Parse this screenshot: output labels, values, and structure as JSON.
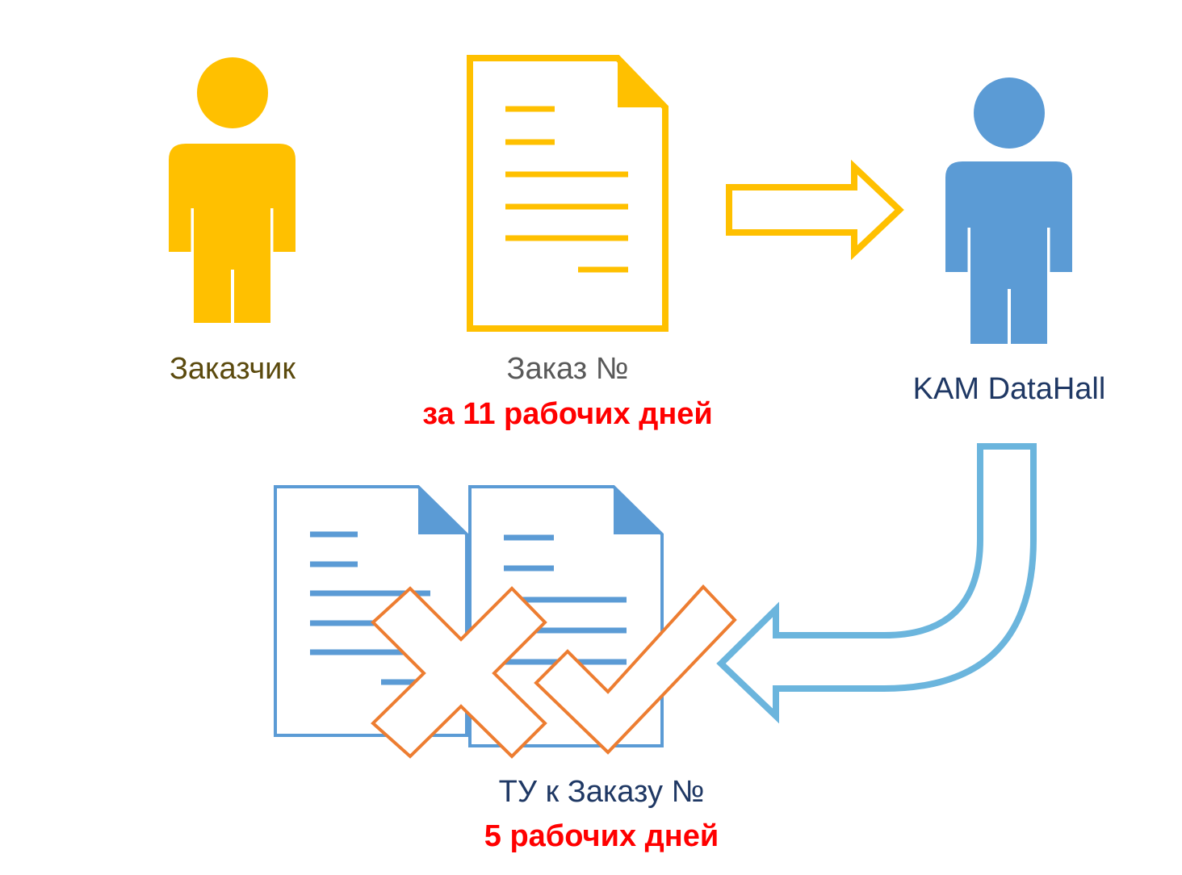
{
  "colors": {
    "customer": "#FFC000",
    "order_doc": "#FFC000",
    "kam": "#5B9BD5",
    "tu_docs": "#5B9BD5",
    "return_arrow": "#6BB5DD",
    "marks": "#ED7D31",
    "customer_label": "#5B4A0E",
    "order_label": "#595959",
    "kam_label": "#1F3864",
    "tu_label": "#1F3864",
    "deadline": "#FF0000"
  },
  "icons": {
    "customer": "person-icon",
    "order": "document-icon",
    "to_kam": "right-arrow-icon",
    "kam": "person-icon",
    "to_docs": "curved-arrow-icon",
    "tu_docs": "document-icon",
    "reject": "cross-mark-icon",
    "approve": "check-mark-icon"
  },
  "labels": {
    "customer": "Заказчик",
    "order": "Заказ №",
    "order_deadline": "за 11 рабочих дней",
    "kam": "KAM DataHall",
    "tu": "ТУ к Заказу №",
    "tu_deadline": "5 рабочих дней"
  }
}
